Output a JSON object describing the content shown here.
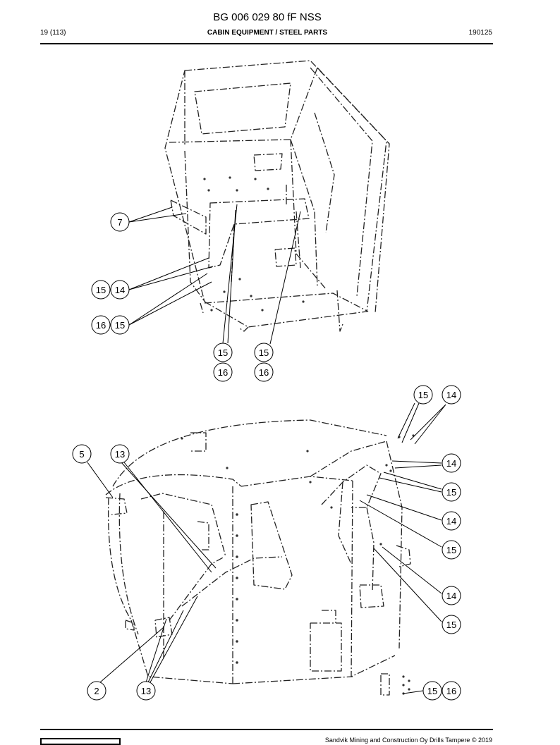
{
  "header": {
    "doc_id": "BG 006 029 80 fF NSS",
    "page": "19 (113)",
    "section": "CABIN EQUIPMENT / STEEL PARTS",
    "date": "190125"
  },
  "footer": {
    "copyright": "Sandvik Mining and Construction Oy Drills Tampere © 2019"
  },
  "callouts": {
    "top": [
      "7",
      "15",
      "14",
      "16",
      "15",
      "15",
      "16",
      "15",
      "16"
    ],
    "bottom": [
      "15",
      "14",
      "5",
      "13",
      "14",
      "15",
      "14",
      "15",
      "14",
      "15",
      "2",
      "13",
      "15",
      "16"
    ]
  }
}
